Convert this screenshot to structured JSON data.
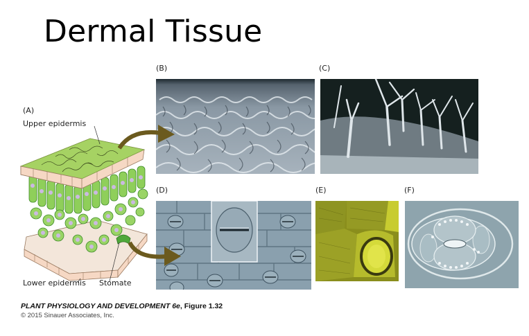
{
  "slide": {
    "title": "Dermal Tissue"
  },
  "figure": {
    "panels": [
      {
        "id": "A",
        "label": "(A)",
        "type": "diagram",
        "description": "3D leaf cross-section illustration"
      },
      {
        "id": "B",
        "label": "(B)",
        "type": "micrograph",
        "description": "SEM of puzzle-shaped epidermal pavement cells"
      },
      {
        "id": "C",
        "label": "(C)",
        "type": "micrograph",
        "description": "SEM of branched trichomes on leaf surface"
      },
      {
        "id": "D",
        "label": "(D)",
        "type": "micrograph",
        "description": "SEM of lower epidermis with stomata and inset close-up"
      },
      {
        "id": "E",
        "label": "(E)",
        "type": "micrograph",
        "description": "Yellow-green stained stomate"
      },
      {
        "id": "F",
        "label": "(F)",
        "type": "micrograph",
        "description": "Light micrograph of stomatal complex"
      }
    ],
    "diagram_labels": {
      "upper": "Upper epidermis",
      "lower": "Lower epidermis",
      "stomate": "Stomate"
    },
    "colors": {
      "arrow": "#6b5a1e",
      "leaf_top": "#9ccc5a",
      "epidermis_cell": "#f6d8c4",
      "mesophyll": "#7fc04a",
      "nucleus": "#c9b8e0",
      "sem_gray": "#8d9aa6",
      "panel_e": "#b7b820",
      "panel_f": "#8ea4ad"
    }
  },
  "credit": {
    "book": "PLANT PHYSIOLOGY AND DEVELOPMENT 6e",
    "figure": ", Figure 1.32",
    "copyright": "© 2015 Sinauer Associates, Inc."
  }
}
